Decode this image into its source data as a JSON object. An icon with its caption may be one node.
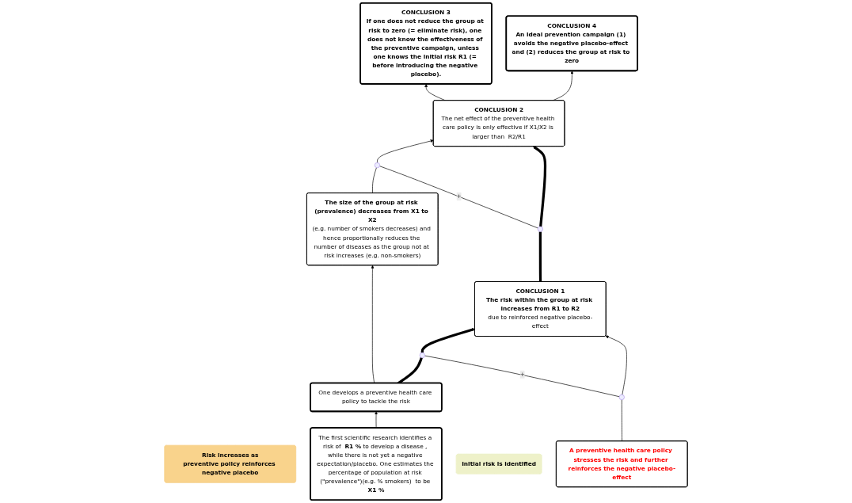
{
  "diagram": {
    "nodes": [
      {
        "text": [
          "CONCLUSION 3",
          "If one does not reduce the group at risk to zero (= eliminate risk), one does not know the effectiveness of the preventive campaign, unless one knows the initial risk R1 (= before introducing the negative placebo)."
        ]
      },
      {
        "text": [
          "CONCLUSION 4",
          "An ideal prevention campaign (1) avoids the negative placebo-effect and (2) reduces the group at risk to zero"
        ]
      },
      {
        "text": [
          "Risk increases as",
          "preventive policy reinforces negative placebo"
        ]
      },
      {
        "text": [
          "CONCLUSION 2",
          "The net effect of the preventive health care policy is only effective if X1/X2 is larger than  R2/R1"
        ]
      },
      {
        "text": [],
        "shape": "circle"
      },
      {
        "text": [],
        "shape": "circle"
      },
      {
        "text": [
          "The size of the group at risk (prevalence) decreases from X1 to X2",
          "(e.g. number of smokers decreases) and hence proportionally reduces the number of diseases as the group not at risk increases (e.g. non-smokers)"
        ]
      },
      {
        "text": [
          "CONCLUSION 1",
          "The risk within the group at risk increases from R1 to R2",
          "due to reinforced negative placebo-effect"
        ]
      },
      {
        "text": [],
        "shape": "circle"
      },
      {
        "text": [],
        "shape": "circle"
      },
      {
        "text": [
          "One develops a preventive health care policy to tackle the risk"
        ]
      },
      {
        "text": [
          "A preventive health care policy stresses the risk and further reinforces the negative placebo-effect"
        ]
      },
      {
        "text": [
          "Initial risk is identified"
        ]
      },
      {
        "text": [
          "The first scientific research identifies a risk of  **R1 %** to develop a disease , while there is not yet a negative expectation/placebo. One estimates the percentage of population at risk (\"prevalence\")(e.g. % smokers)  to be **X1 %**"
        ]
      }
    ],
    "edges": [
      {
        "from": 3,
        "to": 0,
        "arrow": "to"
      },
      {
        "from": 3,
        "to": 1,
        "arrow": "to"
      },
      {
        "from": 6,
        "to": 4,
        "arrow": "none"
      },
      {
        "from": 4,
        "to": 3,
        "arrow": "to"
      },
      {
        "from": 7,
        "to": 5,
        "arrow": "none",
        "style": "thick"
      },
      {
        "from": 5,
        "to": 3,
        "arrow": "to",
        "style": "thick"
      },
      {
        "from": 5,
        "to": 4,
        "arrow": "none",
        "label": "+"
      },
      {
        "from": 10,
        "to": 6,
        "arrow": "to"
      },
      {
        "from": 10,
        "to": 8,
        "arrow": "none",
        "style": "thick"
      },
      {
        "from": 8,
        "to": 7,
        "arrow": "to",
        "style": "thick"
      },
      {
        "from": 9,
        "to": 8,
        "arrow": "none",
        "label": "+"
      },
      {
        "from": 11,
        "to": 9,
        "arrow": "none"
      },
      {
        "from": 9,
        "to": 7,
        "arrow": "to"
      },
      {
        "from": 13,
        "to": 10,
        "arrow": "to"
      }
    ]
  }
}
